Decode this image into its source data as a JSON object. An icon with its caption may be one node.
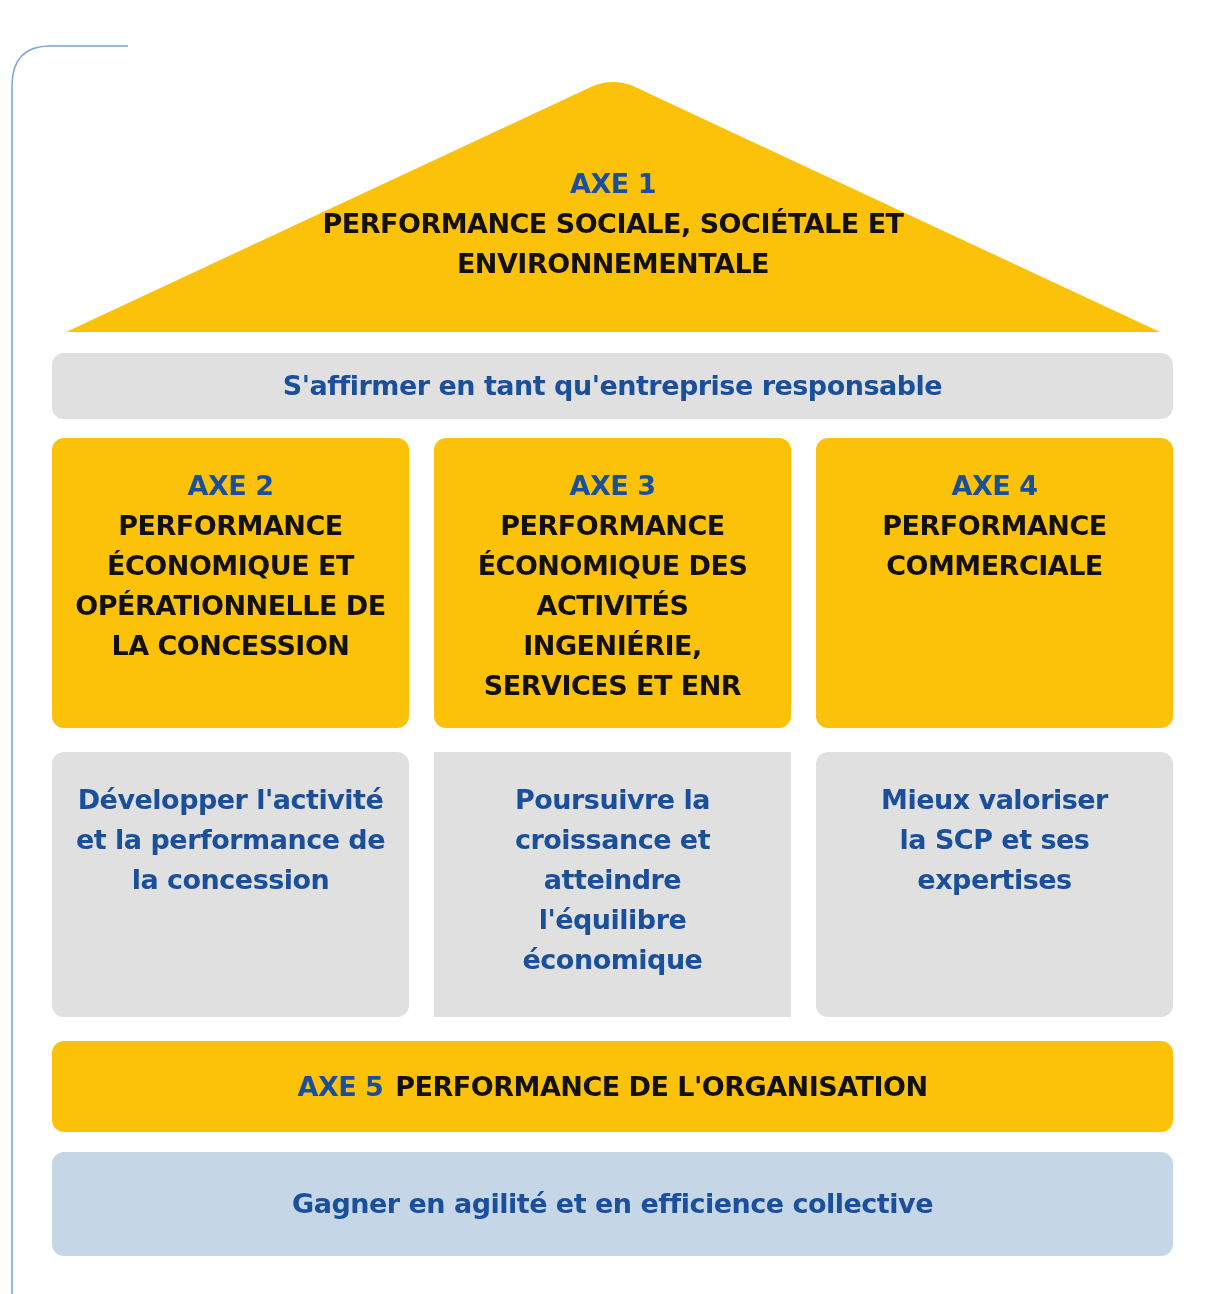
{
  "diagram": {
    "nodes": [
      {
        "text": [
          "AXE 1",
          "PERFORMANCE SOCIALE, SOCIÉTALE ET ENVIRONNEMENTALE"
        ]
      },
      {
        "text": [
          "S'affirmer en tant qu'entreprise responsable"
        ]
      },
      {
        "text": [
          "AXE 2",
          "PERFORMANCE ÉCONOMIQUE ET OPÉRATIONNELLE DE LA CONCESSION"
        ]
      },
      {
        "text": [
          "AXE 3",
          "PERFORMANCE ÉCONOMIQUE DES ACTIVITÉS INGENIÉRIE, SERVICES ET ENR"
        ]
      },
      {
        "text": [
          "AXE 4",
          "PERFORMANCE COMMERCIALE"
        ]
      },
      {
        "text": [
          "Développer l'activité et la performance de la concession"
        ]
      },
      {
        "text": [
          "Poursuivre la croissance et atteindre l'équilibre économique"
        ]
      },
      {
        "text": [
          "Mieux valoriser la SCP et ses expertises"
        ]
      },
      {
        "text": [
          "AXE 5",
          "PERFORMANCE DE L'ORGANISATION"
        ]
      },
      {
        "text": [
          "Gagner en agilité et en efficience collective"
        ]
      }
    ],
    "edges": []
  }
}
